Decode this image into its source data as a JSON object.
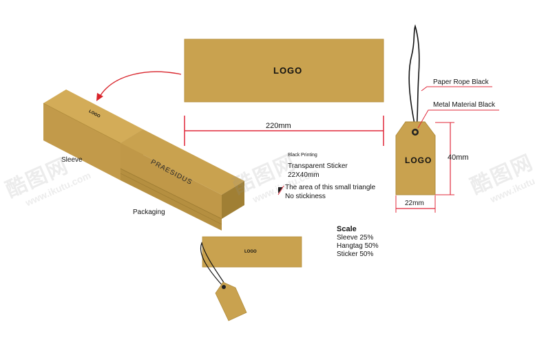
{
  "sleeve_panel": {
    "logo": "LOGO"
  },
  "box": {
    "lid_logo": "LOGO",
    "brand": "PRAESIDUS",
    "sleeve_label": "Sleeve",
    "packaging_label": "Packaging"
  },
  "dimensions": {
    "width_220": "220mm",
    "height_40": "40mm",
    "width_22": "22mm"
  },
  "hangtag": {
    "logo": "LOGO",
    "rope_label": "Paper Rope Black",
    "metal_label": "Metal Material Black"
  },
  "sticker": {
    "printing_note": "Black Printing",
    "title": "Transparent Sticker",
    "size": "22X40mm",
    "triangle_note_line1": "The area of this small triangle",
    "triangle_note_line2": "No stickiness"
  },
  "scale": {
    "heading": "Scale",
    "sleeve": "Sleeve 25%",
    "hangtag": "Hangtag 50%",
    "sticker": "Sticker 50%"
  },
  "mini": {
    "sleeve_logo": "LOGO"
  },
  "watermark": {
    "brand": "酷图网",
    "url": "www.ikutu.com"
  },
  "colors": {
    "kraft": "#c9a24f",
    "kraft_dark": "#a98636",
    "kraft_light": "#d6b05c",
    "dimension_red": "#e0283a",
    "arrow_red": "#d8232a"
  }
}
